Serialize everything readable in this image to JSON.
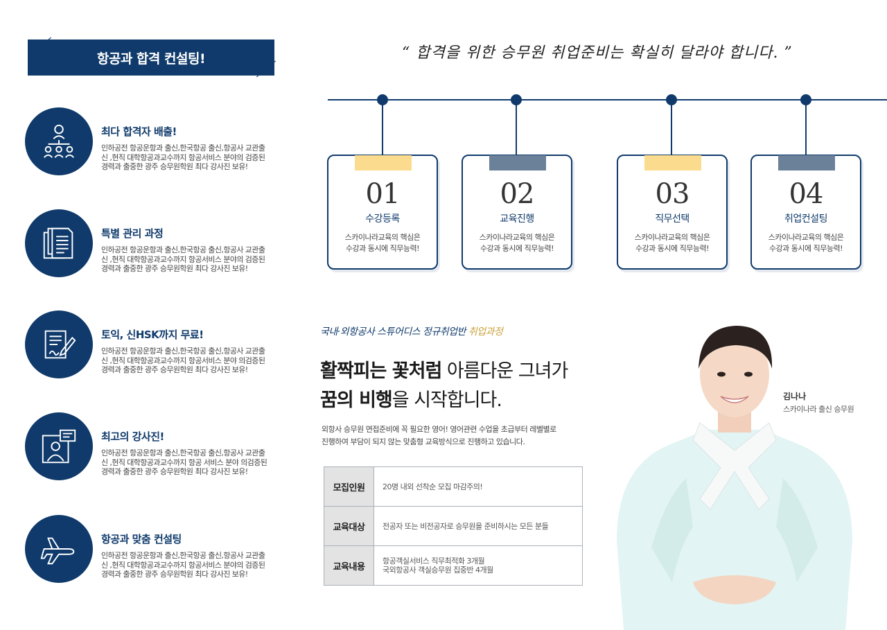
{
  "banner": {
    "title": "항공과 합격 컨설팅!"
  },
  "features": [
    {
      "icon": "people-network-icon",
      "title": "최다 합격자 배출!",
      "desc": "인하공전 항공운항과 출신,한국항공 출신,항공사 교관출신 ,현직 대학항공과교수까지 항공서비스 분야의 검증된 경력과 출중한 광주 승무원학원 최다 강사진 보유!"
    },
    {
      "icon": "documents-icon",
      "title": "특별 관리 과정",
      "desc": "인하공전 항공운항과 출신,한국항공 출신,항공사 교관출신 ,현직 대학항공과교수까지 항공서비스 분야의 검증된 경력과 출중한 광주 승무원학원 최다 강사진 보유!"
    },
    {
      "icon": "contract-pen-icon",
      "title": "토익, 신HSK까지 무료!",
      "desc": "인하공전 항공운항과 출신,한국항공 출신,항공사 교관출신 ,현직 대학항공과교수까지 항공서비스 분야 의검증된 경력과 출중한 광주 승무원학원 최다 강사진 보유!"
    },
    {
      "icon": "lecturer-board-icon",
      "title": "최고의 강사진!",
      "desc": "인하공전 항공운항과 출신,한국항공 출신,항공사 교관출신 ,현직 대학항공과교수까지 항공 서비스 분야 의검증된 경력과 출중한 광주 승무원학원 최다 강사진 보유!"
    },
    {
      "icon": "airplane-icon",
      "title": "항공과 맞춤 컨설팅",
      "desc": "인하공전 항공운항과 출신,한국항공 출신,항공사 교관출신 ,현직 대학항공과교수까지 항공서비스 분야의 검증된 경력과 출중한 광주 승무원학원 최다 강사진 보유!"
    }
  ],
  "quote": "“ 합격을 위한 승무원 취업준비는 확실히 달라야 합니다. ”",
  "steps": [
    {
      "num": "01",
      "label": "수강등록",
      "desc1": "스카이나라교육의 핵심은",
      "desc2": "수강과 동시에 직무능력!",
      "tab_color": "#fbdc8e"
    },
    {
      "num": "02",
      "label": "교육진행",
      "desc1": "스카이나라교육의 핵심은",
      "desc2": "수강과 동시에 직무능력!",
      "tab_color": "#6b819a"
    },
    {
      "num": "03",
      "label": "직무선택",
      "desc1": "스카이나라교육의 핵심은",
      "desc2": "수강과 동시에 직무능력!",
      "tab_color": "#fbdc8e"
    },
    {
      "num": "04",
      "label": "취업컨설팅",
      "desc1": "스카이나라교육의 핵심은",
      "desc2": "수강과 동시에 직무능력!",
      "tab_color": "#6b819a"
    }
  ],
  "subhead": {
    "main": "국내·외항공사 스튜어디스 정규취업반",
    "highlight": "취업과정"
  },
  "headline": {
    "line1_bold": "활짝피는 꽃처럼",
    "line1_rest": " 아름다운 그녀가",
    "line2_bold": "꿈의 비행",
    "line2_rest": "을 시작합니다."
  },
  "intro": {
    "line1": "외항사 승무원 면접준비에 꼭 필요한 영어! 영어관련 수업을 초급부터 레벨별로",
    "line2": "진행하여 부담이 되지 않는 맞춤형 교육방식으로 진행하고 있습니다."
  },
  "table": [
    {
      "head": "모집인원",
      "value1": "20명 내외 선착순 모집 마감주의!",
      "value2": ""
    },
    {
      "head": "교육대상",
      "value1": "전공자 또는 비전공자로 승무원을 준비하시는 모든 분들",
      "value2": ""
    },
    {
      "head": "교육내용",
      "value1": "항공객실서비스 직무최적화 3개월",
      "value2": "국외항공사 객실승무원 집중반 4개월"
    }
  ],
  "person": {
    "name": "김나나",
    "role": "스카이나라 출신 승무원"
  },
  "colors": {
    "navy": "#0f3a6b",
    "gold": "#fbdc8e",
    "slate": "#6b819a",
    "highlight": "#fbe7bf"
  }
}
